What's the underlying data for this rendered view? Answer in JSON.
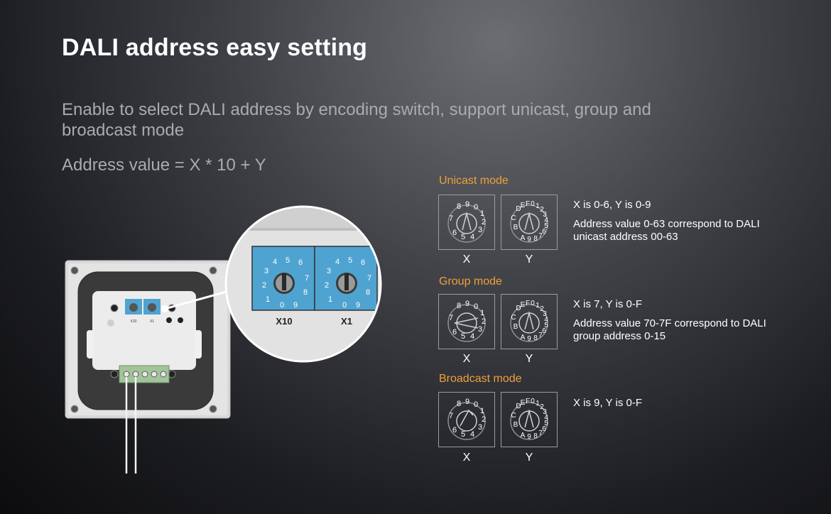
{
  "title": "DALI address easy setting",
  "subtitle": "Enable to select DALI address by encoding switch, support unicast, group and broadcast mode",
  "formula": "Address value = X * 10 + Y",
  "device": {
    "small_labels": [
      "X10",
      "X1"
    ],
    "zoom_labels": [
      "X10",
      "X1"
    ]
  },
  "modes": [
    {
      "name": "Unicast mode",
      "x_label": "X",
      "y_label": "Y",
      "lines": [
        "X is 0-6, Y is 0-9",
        "Address value 0-63 correspond to DALI unicast address 00-63"
      ]
    },
    {
      "name": "Group mode",
      "x_label": "X",
      "y_label": "Y",
      "lines": [
        "X is 7, Y is 0-F",
        "Address value 70-7F correspond to DALI group address 0-15"
      ]
    },
    {
      "name": "Broadcast mode",
      "x_label": "X",
      "y_label": "Y",
      "lines": [
        "X is 9, Y is 0-F"
      ]
    }
  ],
  "colors": {
    "accent": "#f0a038",
    "switch_blue": "#4fa3d1"
  }
}
